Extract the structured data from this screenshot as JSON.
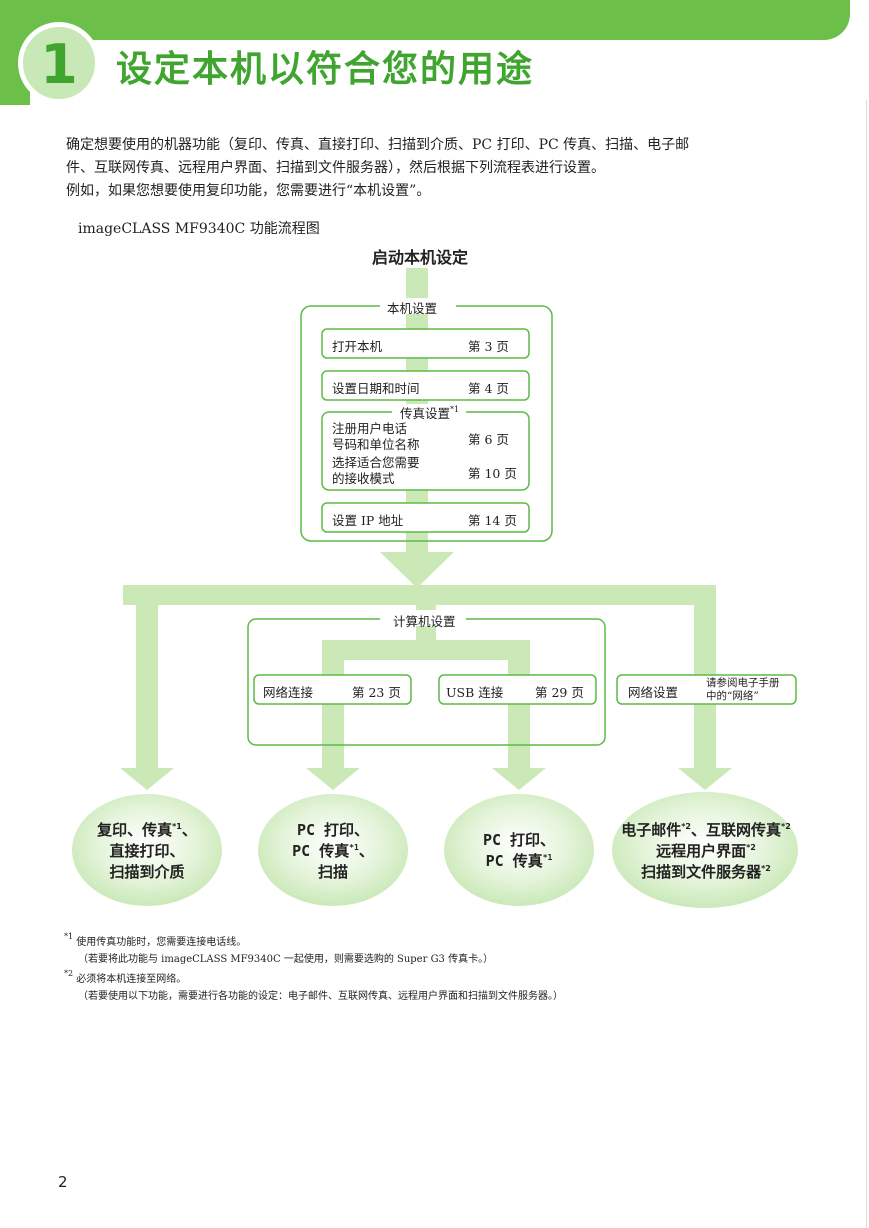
{
  "chapter": {
    "number": "1",
    "title": "设定本机以符合您的用途"
  },
  "intro": {
    "line1": "确定想要使用的机器功能（复印、传真、直接打印、扫描到介质、PC 打印、PC 传真、扫描、电子邮",
    "line2": "件、互联网传真、远程用户界面、扫描到文件服务器），然后根据下列流程表进行设置。",
    "line3": "例如，如果您想要使用复印功能，您需要进行“本机设置”。"
  },
  "flow_title": "imageCLASS MF9340C 功能流程图",
  "flow": {
    "start": "启动本机设定",
    "machine_setup": {
      "label": "本机设置",
      "steps": [
        {
          "label": "打开本机",
          "page": "第 3 页"
        },
        {
          "label": "设置日期和时间",
          "page": "第 4 页"
        }
      ],
      "fax_setup": {
        "label": "传真设置",
        "footnote": "*1",
        "steps": [
          {
            "label_line1": "注册用户电话",
            "label_line2": "号码和单位名称",
            "page": "第 6 页"
          },
          {
            "label_line1": "选择适合您需要",
            "label_line2": "的接收模式",
            "page": "第 10 页"
          }
        ]
      },
      "ip_step": {
        "label": "设置 IP 地址",
        "page": "第 14 页"
      }
    },
    "computer_setup": {
      "label": "计算机设置",
      "network": {
        "label": "网络连接",
        "page": "第 23 页"
      },
      "usb": {
        "label": "USB 连接",
        "page": "第 29 页"
      }
    },
    "network_settings": {
      "label": "网络设置",
      "ref_line1": "请参阅电子手册",
      "ref_line2": "中的“网络”"
    },
    "outcomes": [
      {
        "line1": "复印、传真",
        "line1_sup": "*1",
        "line1_after": "、",
        "line2": "直接打印、",
        "line3": "扫描到介质"
      },
      {
        "line1": "PC 打印、",
        "line2": "PC 传真",
        "line2_sup": "*1",
        "line2_after": "、",
        "line3": "扫描"
      },
      {
        "line1": "PC 打印、",
        "line2": "PC 传真",
        "line2_sup": "*1"
      },
      {
        "line1": "电子邮件",
        "line1_sup": "*2",
        "line1_mid": "、互联网传真",
        "line1_sup2": "*2",
        "line2": "远程用户界面",
        "line2_sup": "*2",
        "line3": "扫描到文件服务器",
        "line3_sup": "*2"
      }
    ]
  },
  "footnotes": [
    {
      "mark": "*1",
      "text": "使用传真功能时，您需要连接电话线。",
      "detail": "（若要将此功能与 imageCLASS MF9340C 一起使用，则需要选购的 Super G3 传真卡。）"
    },
    {
      "mark": "*2",
      "text": "必须将本机连接至网络。",
      "detail": "（若要使用以下功能，需要进行各功能的设定：电子邮件、互联网传真、远程用户界面和扫描到文件服务器。）"
    }
  ],
  "page_number": "2",
  "colors": {
    "accent_green": "#6cc04a",
    "light_green": "#c8e8b8",
    "arrow_green": "#cbe9b7",
    "title_green": "#3fa52f",
    "box_border": "#5cba45"
  }
}
